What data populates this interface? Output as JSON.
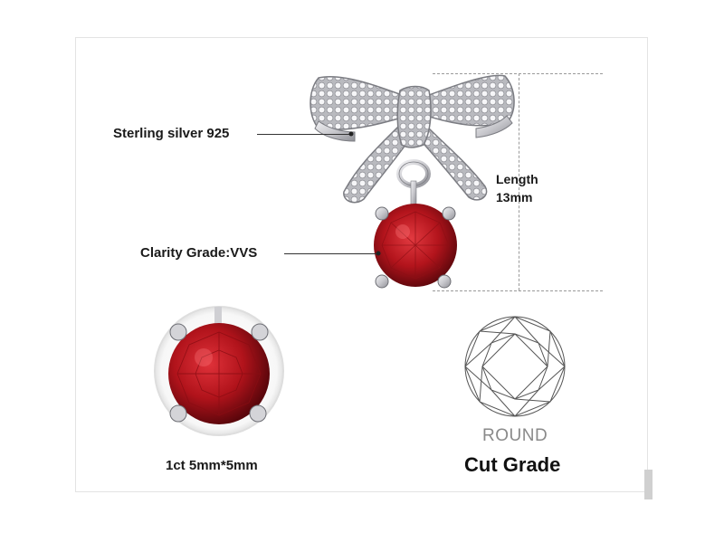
{
  "annotations": {
    "material": "Sterling silver 925",
    "clarity": "Clarity Grade:VVS",
    "length_label": "Length",
    "length_value": "13mm",
    "stone_size": "1ct 5mm*5mm",
    "cut_shape": "ROUND",
    "cut_title": "Cut Grade"
  },
  "colors": {
    "gem_red": "#b3141c",
    "gem_dark": "#6e0a0f",
    "silver": "#d8d8dc",
    "text": "#1a1a1a",
    "muted": "#8a8a8a"
  },
  "icons": [
    "bow-pendant-image",
    "gem-closeup-image",
    "round-cut-diagram-icon"
  ]
}
